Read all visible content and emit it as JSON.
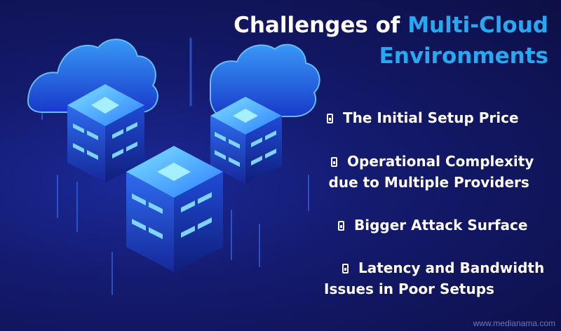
{
  "title": {
    "line1_white": "Challenges of ",
    "line1_blue": "Multi-Cloud",
    "line2_blue": "Environments"
  },
  "items": [
    {
      "line1": "The Initial Setup Price",
      "line2": ""
    },
    {
      "line1": "Operational Complexity",
      "line2": "due to Multiple Providers"
    },
    {
      "line1": "Bigger Attack Surface",
      "line2": ""
    },
    {
      "line1": "Latency and Bandwidth",
      "line2": "Issues in Poor Setups"
    }
  ],
  "watermark": "www.medianama.com",
  "colors": {
    "accent": "#27a9f2",
    "background": "#141a6e"
  },
  "icon": "bullet-icon"
}
